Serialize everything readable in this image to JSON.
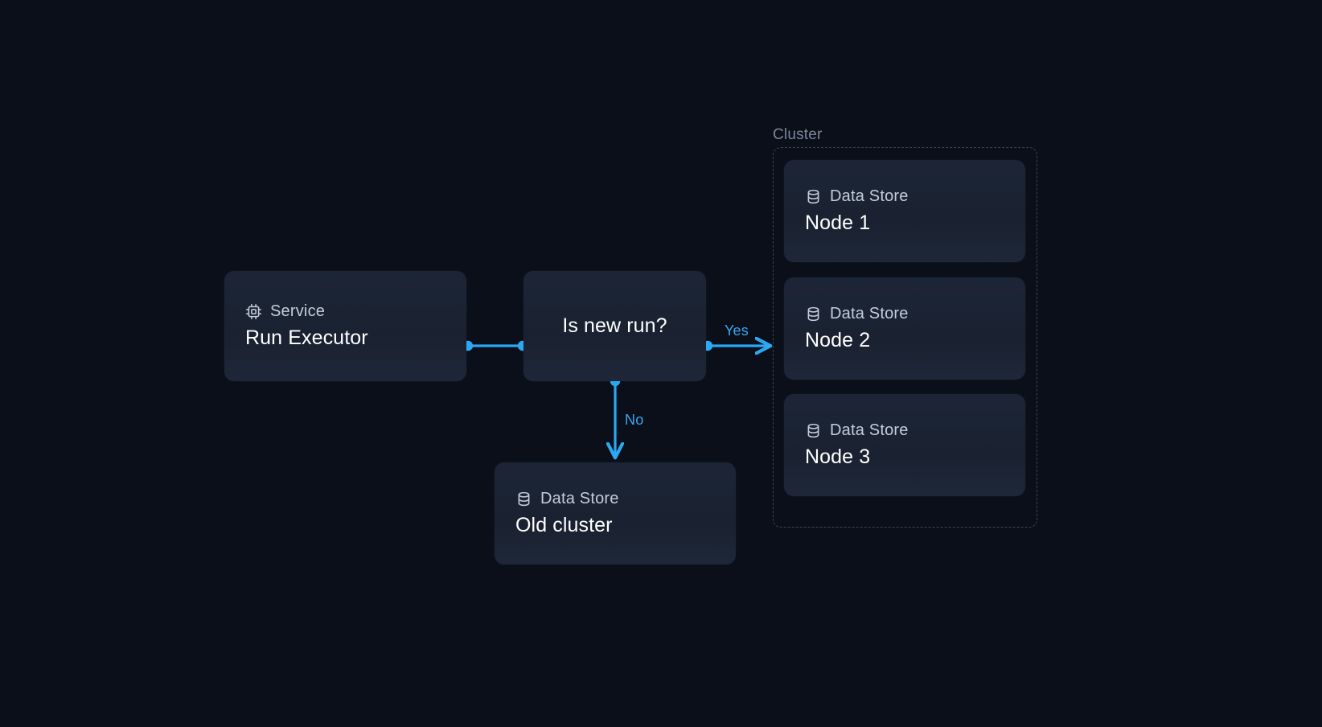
{
  "theme": {
    "background": "#0a0f1a",
    "node_fill": "#1b2434",
    "node_title_color": "#ffffff",
    "node_kind_color": "#c3cddb",
    "edge_color": "#2ca8f2",
    "edge_label_color": "#38a8f0",
    "group_border_color": "#3b4555",
    "group_label_color": "#7b8798"
  },
  "diagram": {
    "nodes": [
      {
        "id": "service",
        "kind": "Service",
        "title": "Run Executor",
        "icon": "cpu-icon"
      },
      {
        "id": "decision",
        "kind": "",
        "title": "Is new run?",
        "icon": ""
      },
      {
        "id": "oldcluster",
        "kind": "Data Store",
        "title": "Old cluster",
        "icon": "database-icon"
      },
      {
        "id": "node1",
        "kind": "Data Store",
        "title": "Node 1",
        "icon": "database-icon"
      },
      {
        "id": "node2",
        "kind": "Data Store",
        "title": "Node 2",
        "icon": "database-icon"
      },
      {
        "id": "node3",
        "kind": "Data Store",
        "title": "Node 3",
        "icon": "database-icon"
      }
    ],
    "group": {
      "label": "Cluster",
      "members": [
        "node1",
        "node2",
        "node3"
      ]
    },
    "edges": [
      {
        "from": "service",
        "to": "decision",
        "label": "",
        "arrow": false
      },
      {
        "from": "decision",
        "to": "node2",
        "label": "Yes",
        "arrow": true
      },
      {
        "from": "decision",
        "to": "oldcluster",
        "label": "No",
        "arrow": true
      }
    ]
  }
}
